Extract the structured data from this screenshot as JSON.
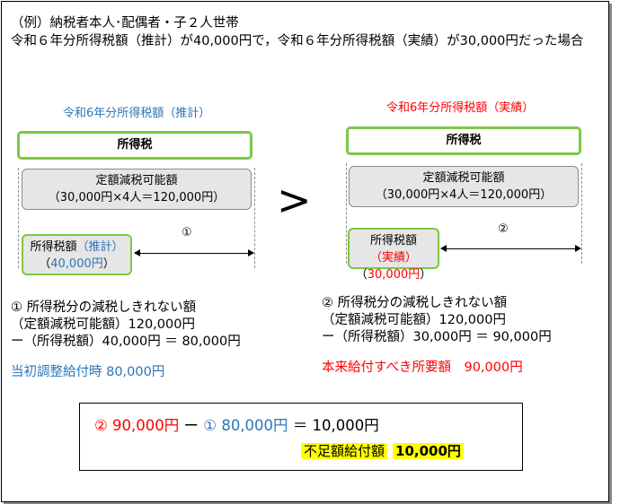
{
  "header": {
    "line1": "（例）納税者本人･配偶者・子２人世帯",
    "line2": "令和６年分所得税額（推計）が40,000円で，令和６年分所得税額（実績）が30,000円だった場合"
  },
  "left": {
    "title": "令和6年分所得税額（推計）",
    "tax_box": "所得税",
    "deduction_line1": "定額減税可能額",
    "deduction_line2": "（30,000円×4人＝120,000円）",
    "income_tax_label": "所得税額",
    "income_tax_kind": "（推計）",
    "income_tax_open": "（",
    "income_tax_value": "40,000円",
    "income_tax_close": "）",
    "arrow_marker": "①",
    "calc_line1": "① 所得税分の減税しきれない額",
    "calc_line2": "（定額減税可能額）120,000円",
    "calc_line3": "ー（所得税額）40,000円 ＝ 80,000円",
    "summary": "当初調整給付時 80,000円"
  },
  "comparison_symbol": ">",
  "right": {
    "title": "令和6年分所得税額（実績）",
    "tax_box": "所得税",
    "deduction_line1": "定額減税可能額",
    "deduction_line2": "（30,000円×4人＝120,000円）",
    "income_tax_label": "所得税額",
    "income_tax_kind": "（実績）",
    "income_tax_open": "（",
    "income_tax_value": "30,000円",
    "income_tax_close": "）",
    "arrow_marker": "②",
    "calc_line1": "② 所得税分の減税しきれない額",
    "calc_line2": "（定額減税可能額）120,000円",
    "calc_line3": "ー（所得税額）30,000円 ＝ 90,000円",
    "summary": "本来給付すべき所要額　90,000円"
  },
  "result": {
    "part_red": "② 90,000円",
    "minus": "ー",
    "part_blue": "① 80,000円",
    "equals": "＝ 10,000円",
    "shortfall_label": "不足額給付額",
    "shortfall_value": "10,000円"
  },
  "colors": {
    "blue": "#2e75b6",
    "red": "#ff0000",
    "green": "#7ac943",
    "grey_fill": "#e6e6e6",
    "highlight": "#ffff00"
  }
}
